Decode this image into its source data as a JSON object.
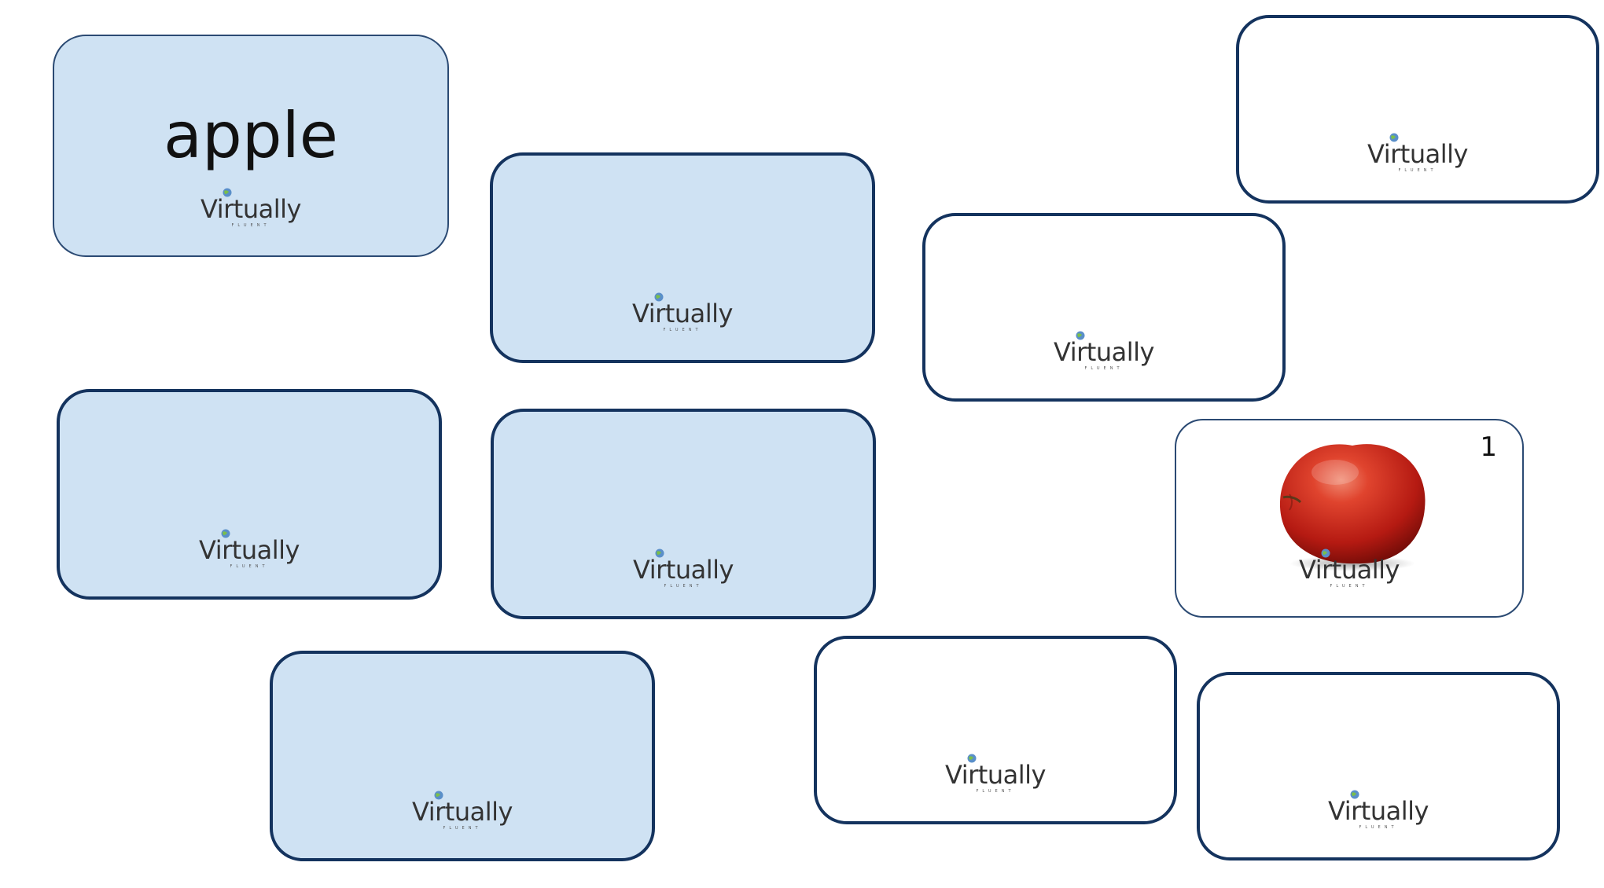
{
  "brand": {
    "logo_word": "Virtually",
    "logo_sub": "FLUENT"
  },
  "cards": [
    {
      "id": "card-1",
      "state": "revealed-word",
      "word": "apple"
    },
    {
      "id": "card-2",
      "state": "face-down"
    },
    {
      "id": "card-3",
      "state": "empty"
    },
    {
      "id": "card-4",
      "state": "empty"
    },
    {
      "id": "card-5",
      "state": "face-down"
    },
    {
      "id": "card-6",
      "state": "face-down"
    },
    {
      "id": "card-7",
      "state": "revealed-picture",
      "number": "1",
      "picture_icon": "apple-image"
    },
    {
      "id": "card-8",
      "state": "face-down"
    },
    {
      "id": "card-9",
      "state": "empty"
    },
    {
      "id": "card-10",
      "state": "empty"
    }
  ],
  "colors": {
    "card_face_down": "#cfe2f3",
    "card_border": "#14335e",
    "apple_red": "#c8211a"
  }
}
